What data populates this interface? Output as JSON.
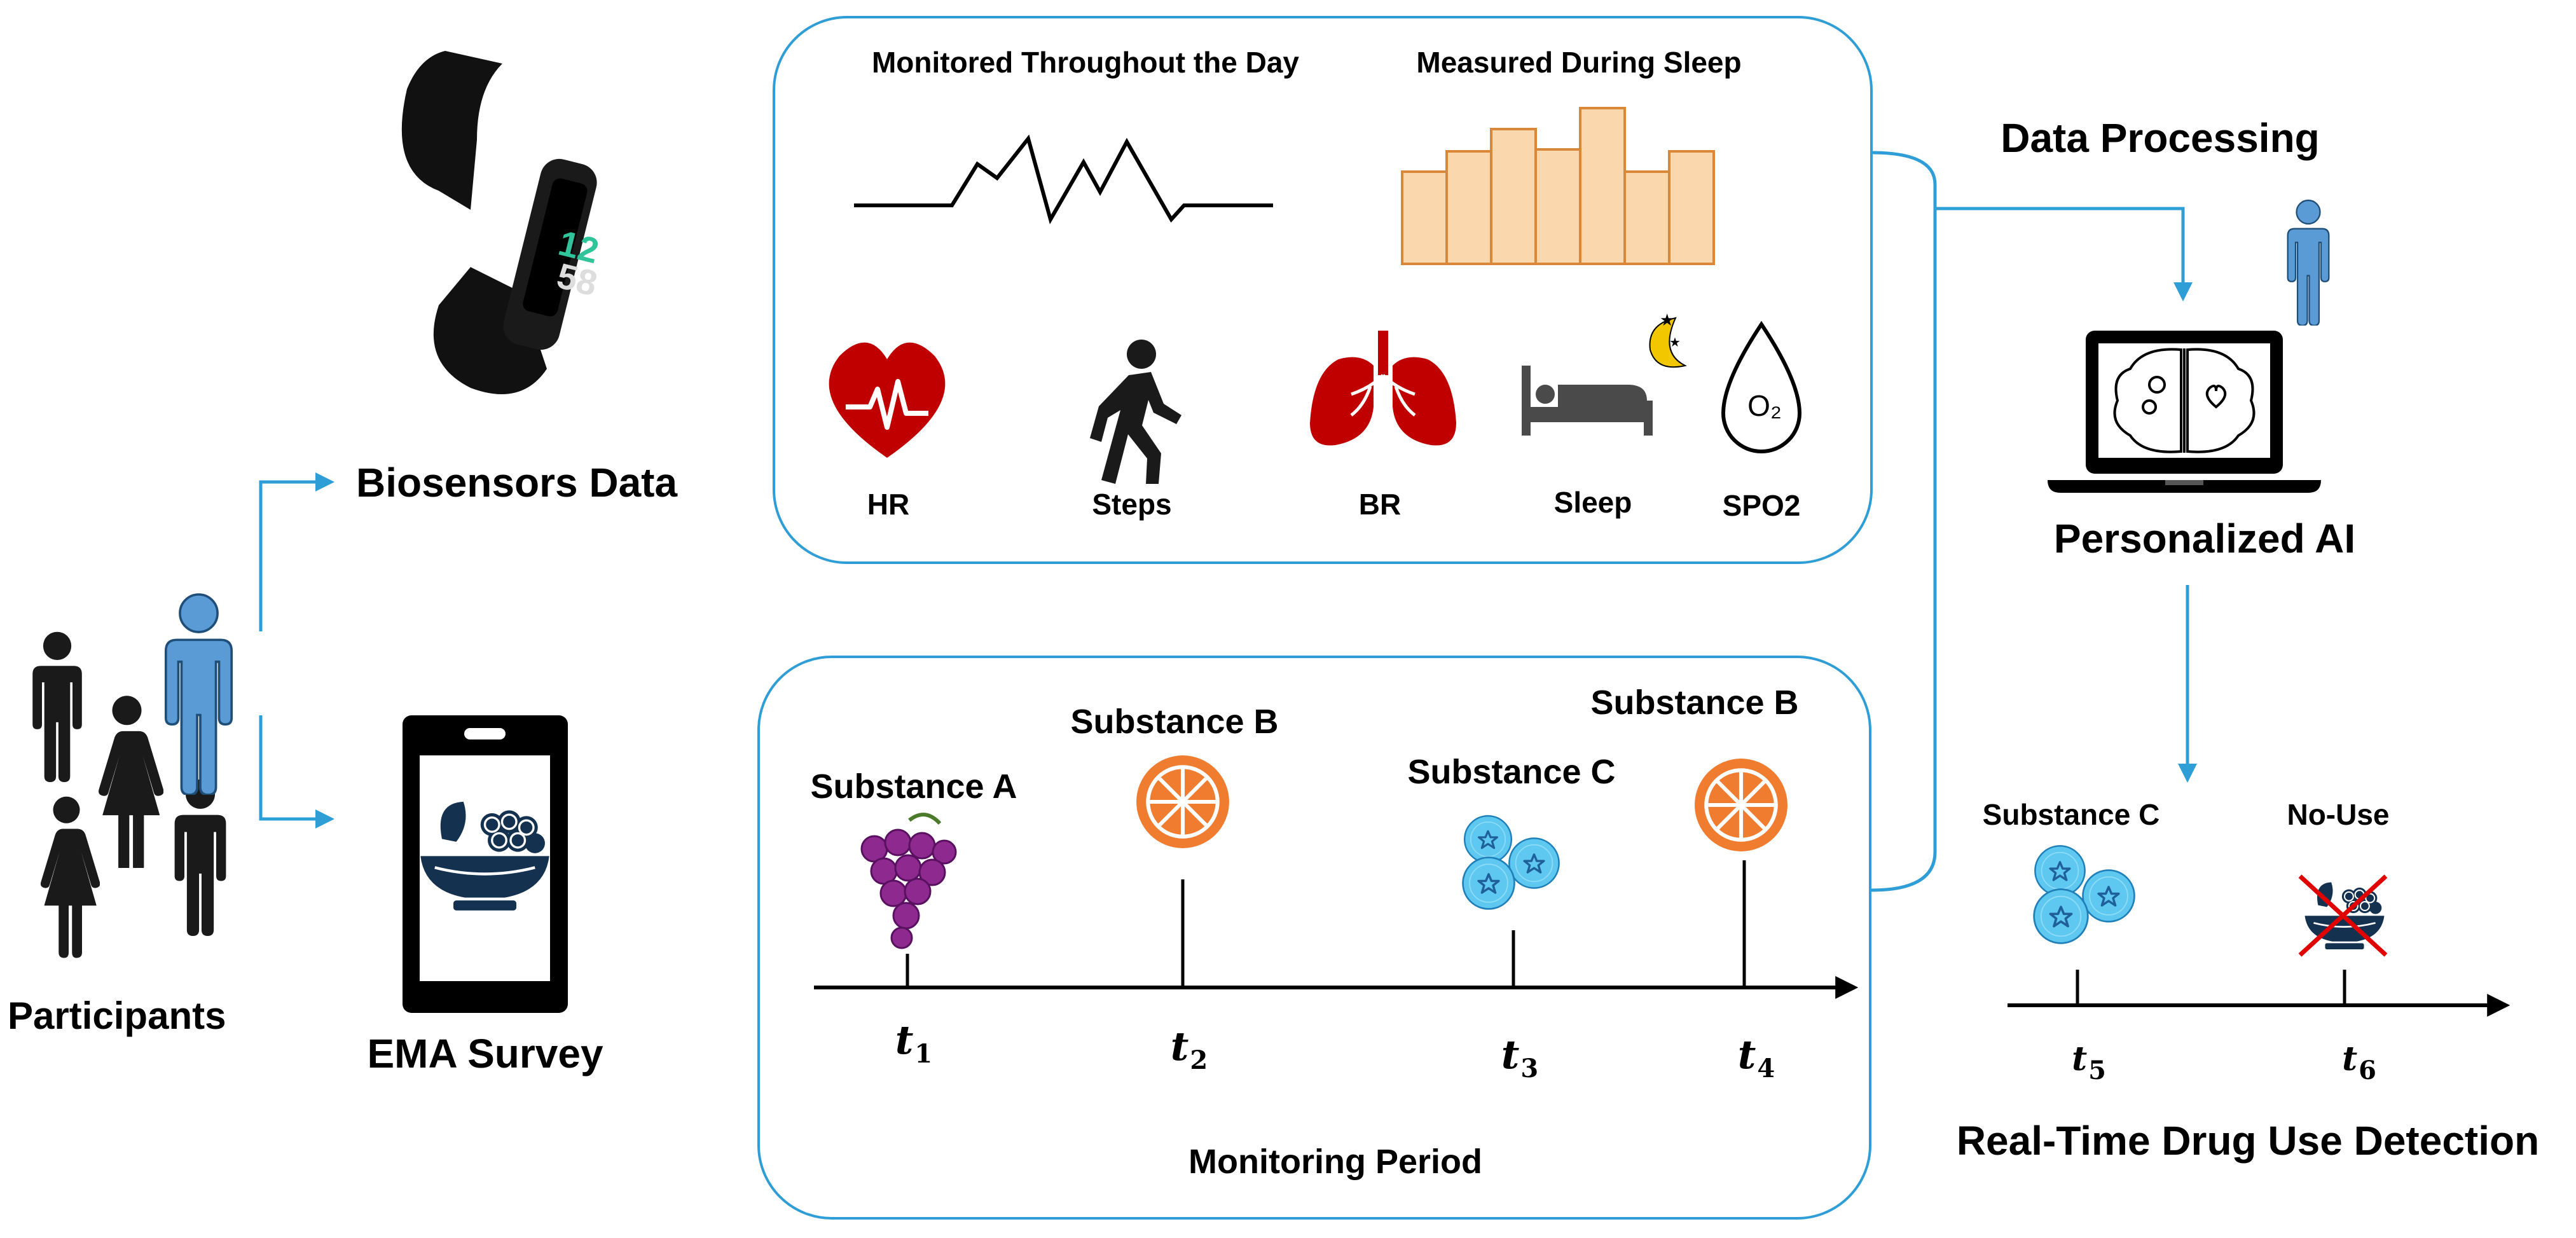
{
  "participants": {
    "label": "Participants"
  },
  "biosensors": {
    "label": "Biosensors Data"
  },
  "ema": {
    "label": "EMA Survey"
  },
  "monitor_panel": {
    "day_title": "Monitored Throughout the Day",
    "sleep_title": "Measured During Sleep",
    "metrics": [
      {
        "label": "HR",
        "icon": "heart-pulse-icon"
      },
      {
        "label": "Steps",
        "icon": "walking-person-icon"
      },
      {
        "label": "BR",
        "icon": "lungs-icon"
      },
      {
        "label": "Sleep",
        "icon": "bed-moon-icon"
      },
      {
        "label": "SPO2",
        "icon": "oxygen-drop-icon",
        "glyph": "O₂"
      }
    ]
  },
  "timeline_panel": {
    "title": "Monitoring Period",
    "events": [
      {
        "label": "Substance A",
        "icon": "grapes-icon",
        "time": "t",
        "sub": "1"
      },
      {
        "label": "Substance B",
        "icon": "orange-slice-icon",
        "time": "t",
        "sub": "2"
      },
      {
        "label": "Substance C",
        "icon": "blueberries-icon",
        "time": "t",
        "sub": "3"
      },
      {
        "label": "Substance B",
        "icon": "orange-slice-icon",
        "time": "t",
        "sub": "4"
      }
    ]
  },
  "processing": {
    "title": "Data Processing",
    "ai_label": "Personalized AI"
  },
  "detection": {
    "title": "Real-Time Drug Use Detection",
    "events": [
      {
        "label": "Substance C",
        "icon": "blueberries-icon",
        "time": "t",
        "sub": "5"
      },
      {
        "label": "No-Use",
        "icon": "crossed-fruit-bowl-icon",
        "time": "t",
        "sub": "6"
      }
    ]
  },
  "colors": {
    "accent_blue": "#2f9ed6",
    "person_blue": "#5b9bd5",
    "heart_red": "#c00000",
    "bar_fill": "#fbd7ad",
    "bar_stroke": "#d9883a",
    "grape": "#8e2a8f",
    "orange": "#f07c30",
    "blueberry": "#5ec8f0",
    "navy": "#14324f"
  }
}
